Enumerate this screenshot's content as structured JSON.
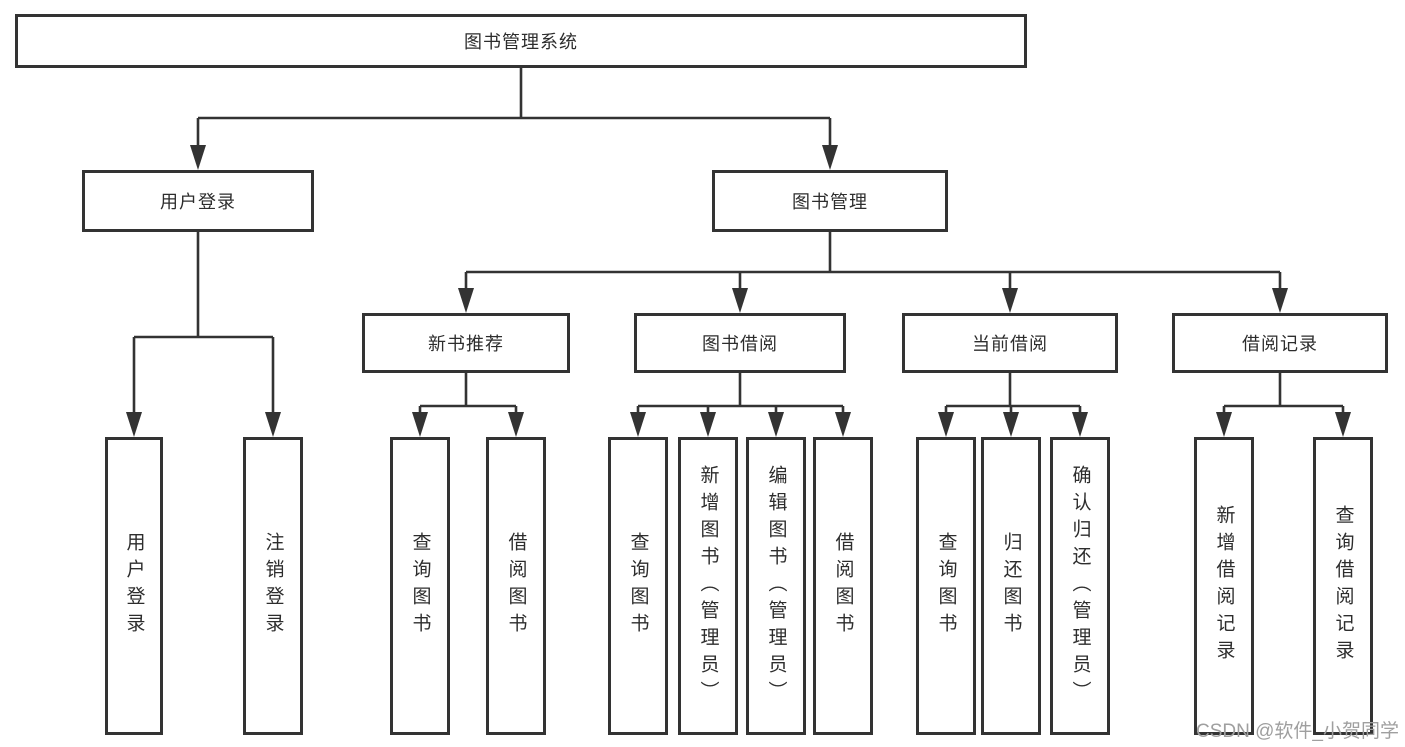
{
  "tree": {
    "label": "图书管理系统",
    "children": [
      {
        "label": "用户登录",
        "children": [
          {
            "label": "用户登录"
          },
          {
            "label": "注销登录"
          }
        ]
      },
      {
        "label": "图书管理",
        "children": [
          {
            "label": "新书推荐",
            "children": [
              {
                "label": "查询图书"
              },
              {
                "label": "借阅图书"
              }
            ]
          },
          {
            "label": "图书借阅",
            "children": [
              {
                "label": "查询图书"
              },
              {
                "label": "新增图书（管理员）"
              },
              {
                "label": "编辑图书（管理员）"
              },
              {
                "label": "借阅图书"
              }
            ]
          },
          {
            "label": "当前借阅",
            "children": [
              {
                "label": "查询图书"
              },
              {
                "label": "归还图书"
              },
              {
                "label": "确认归还（管理员）"
              }
            ]
          },
          {
            "label": "借阅记录",
            "children": [
              {
                "label": "新增借阅记录"
              },
              {
                "label": "查询借阅记录"
              }
            ]
          }
        ]
      }
    ]
  },
  "watermark": {
    "text": "CSDN @软件_小贺同学"
  },
  "colors": {
    "line": "#333333",
    "box_border": "#333333",
    "text": "#2d2d2d",
    "watermark": "#9f9f9f",
    "background": "#ffffff"
  }
}
